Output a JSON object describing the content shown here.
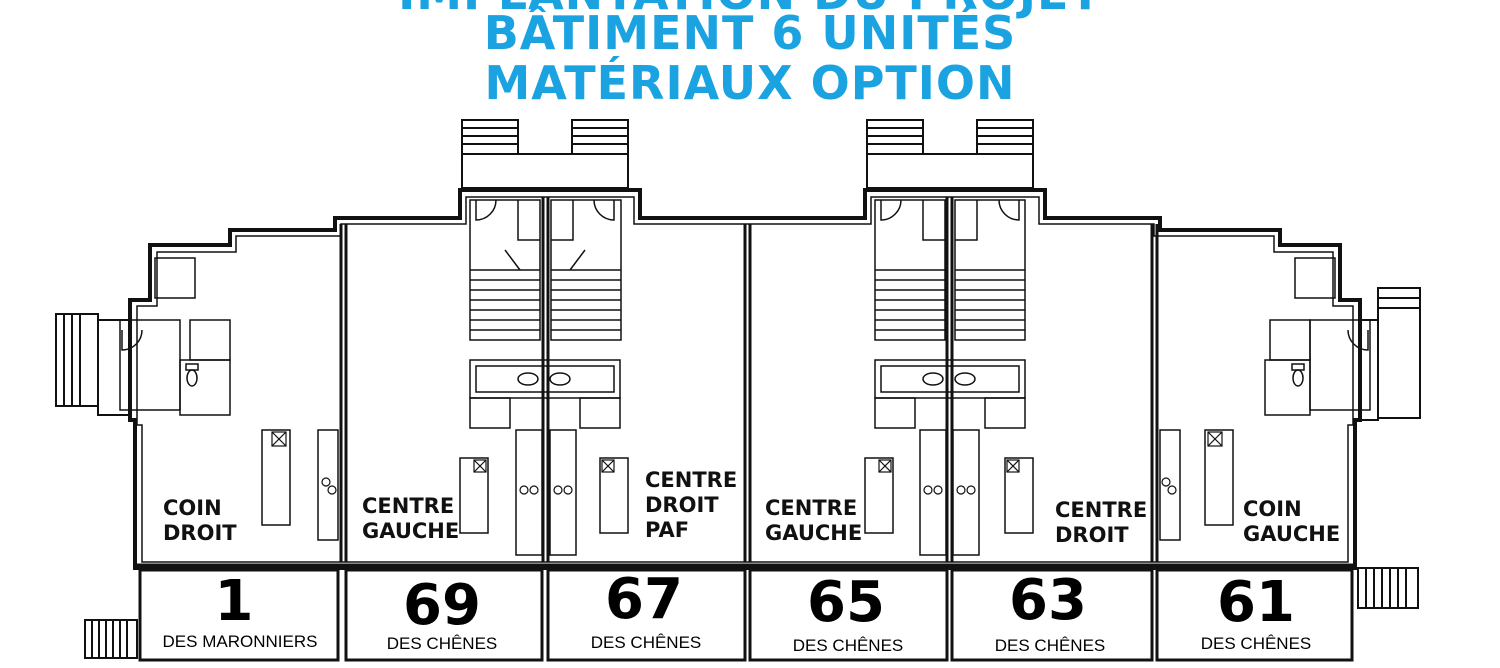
{
  "title": {
    "line0": "IMPLANTATION DU PROJET",
    "line1": "BÂTIMENT 6 UNITÉS",
    "line2": "MATÉRIAUX OPTION"
  },
  "units": [
    {
      "type_lines": [
        "COIN",
        "DROIT"
      ],
      "number": "1",
      "street": "DES MARONNIERS"
    },
    {
      "type_lines": [
        "CENTRE",
        "GAUCHE"
      ],
      "number": "69",
      "street": "DES CHÊNES"
    },
    {
      "type_lines": [
        "CENTRE",
        "DROIT",
        "PAF"
      ],
      "number": "67",
      "street": "DES CHÊNES"
    },
    {
      "type_lines": [
        "CENTRE",
        "GAUCHE"
      ],
      "number": "65",
      "street": "DES CHÊNES"
    },
    {
      "type_lines": [
        "CENTRE",
        "DROIT"
      ],
      "number": "63",
      "street": "DES CHÊNES"
    },
    {
      "type_lines": [
        "COIN",
        "GAUCHE"
      ],
      "number": "61",
      "street": "DES CHÊNES"
    }
  ],
  "colors": {
    "title": "#1aa3e0",
    "lines": "#111111"
  },
  "icons": [
    "stair-icon",
    "door-swing-icon",
    "toilet-icon",
    "sink-icon",
    "stove-icon",
    "deck-icon"
  ]
}
